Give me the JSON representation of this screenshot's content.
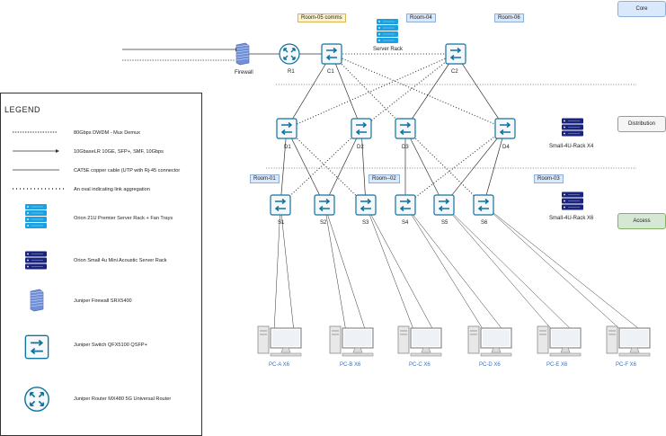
{
  "tiers": {
    "core": "Core",
    "distribution": "Distribution",
    "access": "Access"
  },
  "rooms": {
    "room05": "Room-05 comms",
    "room04": "Room-04",
    "room06": "Room-06",
    "room01": "Room-01",
    "room02": "Room--02",
    "room03": "Room-03"
  },
  "devices": {
    "firewall": "Firewall",
    "r1": "R1",
    "c1": "C1",
    "c2": "C2",
    "server_rack": "Server Rack",
    "d1": "D1",
    "d2": "D2",
    "d3": "D3",
    "d4": "D4",
    "s1": "S1",
    "s2": "S2",
    "s3": "S3",
    "s4": "S4",
    "s5": "S5",
    "s6": "S6",
    "small_rack_x4": "Small-4U-Rack X4",
    "small_rack_x6": "Small-4U-Rack X6"
  },
  "pcs": [
    "PC-A X6",
    "PC-B X6",
    "PC-C X6",
    "PC-D X6",
    "PC-E X6",
    "PC-F X6"
  ],
  "legend": {
    "title": "LEGEND",
    "items": [
      "80Gbps DWDM - Mux Demux",
      "10GbaseLR 10GE, SFP+, SMF, 10Gbps",
      "CAT5E copper cable (UTP with Rj-45 connector",
      "An oval indicating link aggregation",
      "Orion 21U Premier Server Rack + Fan Trays",
      "Orion Small 4u Mini Acoustic Server Rack",
      "Juniper Firewall SRX5400",
      "Juniper Switch QFX5100 QSFP+",
      "Juniper Router MX480 5G Universal Router"
    ]
  },
  "colors": {
    "switch": "#10739e",
    "router": "#10739e",
    "rack_light": "#1ba1e2",
    "rack_dark": "#1a237e",
    "firewall": "#6f8fd6",
    "pc": "#8a8a8a"
  }
}
